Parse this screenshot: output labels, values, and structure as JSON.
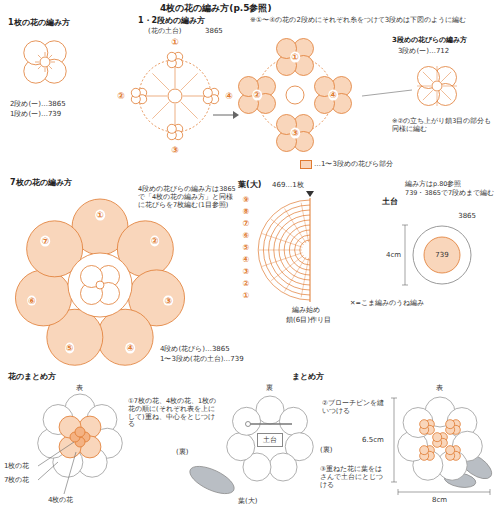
{
  "diagram": {
    "nodes": [
      {
        "text": [
          "3865",
          "739"
        ]
      },
      {
        "text": [
          "土台"
        ]
      }
    ],
    "labels": [
      "4枚の花の編み方(p.5参照)",
      "1枚の花の編み方",
      "2段め(ー)…3865",
      "1段め(ー)…739",
      "1・2段めの編み方",
      "(花の土台)",
      "3865",
      "①",
      "②",
      "④",
      "③",
      "※①〜④の花の2段めにそれぞれ糸をつけて3段めは下図のように編む",
      "①",
      "②",
      "④",
      "③",
      "3段めの花びらの編み方",
      "3段め(ー)…712",
      "※②の立ち上がり鎖3目の部分も同様に編む",
      "7枚の花の編み方",
      "4段めの花びらの編み方は3865で「4枚の花の編み方」と同様に花びらを7枚編む(1目参照)",
      "①",
      "②",
      "③",
      "④",
      "⑤",
      "⑥",
      "⑦",
      "4段め(花びら)…3865",
      "1〜3段め(花の土台)…739",
      "葉(大)",
      "469…1枚",
      "⑨",
      "⑧",
      "⑦",
      "⑥",
      "⑤",
      "④",
      "③",
      "②",
      "①",
      "編み始め",
      "鎖(6目)作り目",
      "✕=こま編みのうね編み",
      "土台",
      "編み方はp.80参照",
      "739・3865で7段めまで編む",
      "4cm",
      "花のまとめ方",
      "表",
      "1枚の花",
      "7枚の花",
      "4枚の花",
      "①7枚の花、4枚の花、1枚の花の順に(それぞれ表を上にして)重ね、中心をとじつける",
      "まとめ方",
      "裏",
      "②ブローチピンを縫いつける",
      "(裏)",
      "(裏)",
      "葉(大)",
      "③重ねた花に葉をはさんで土台にとじつける",
      "表",
      "6.5cm",
      "8cm"
    ],
    "legend": [
      {
        "text": "…1〜3段めの花びら部分",
        "color": "#f9d6bb"
      }
    ]
  }
}
